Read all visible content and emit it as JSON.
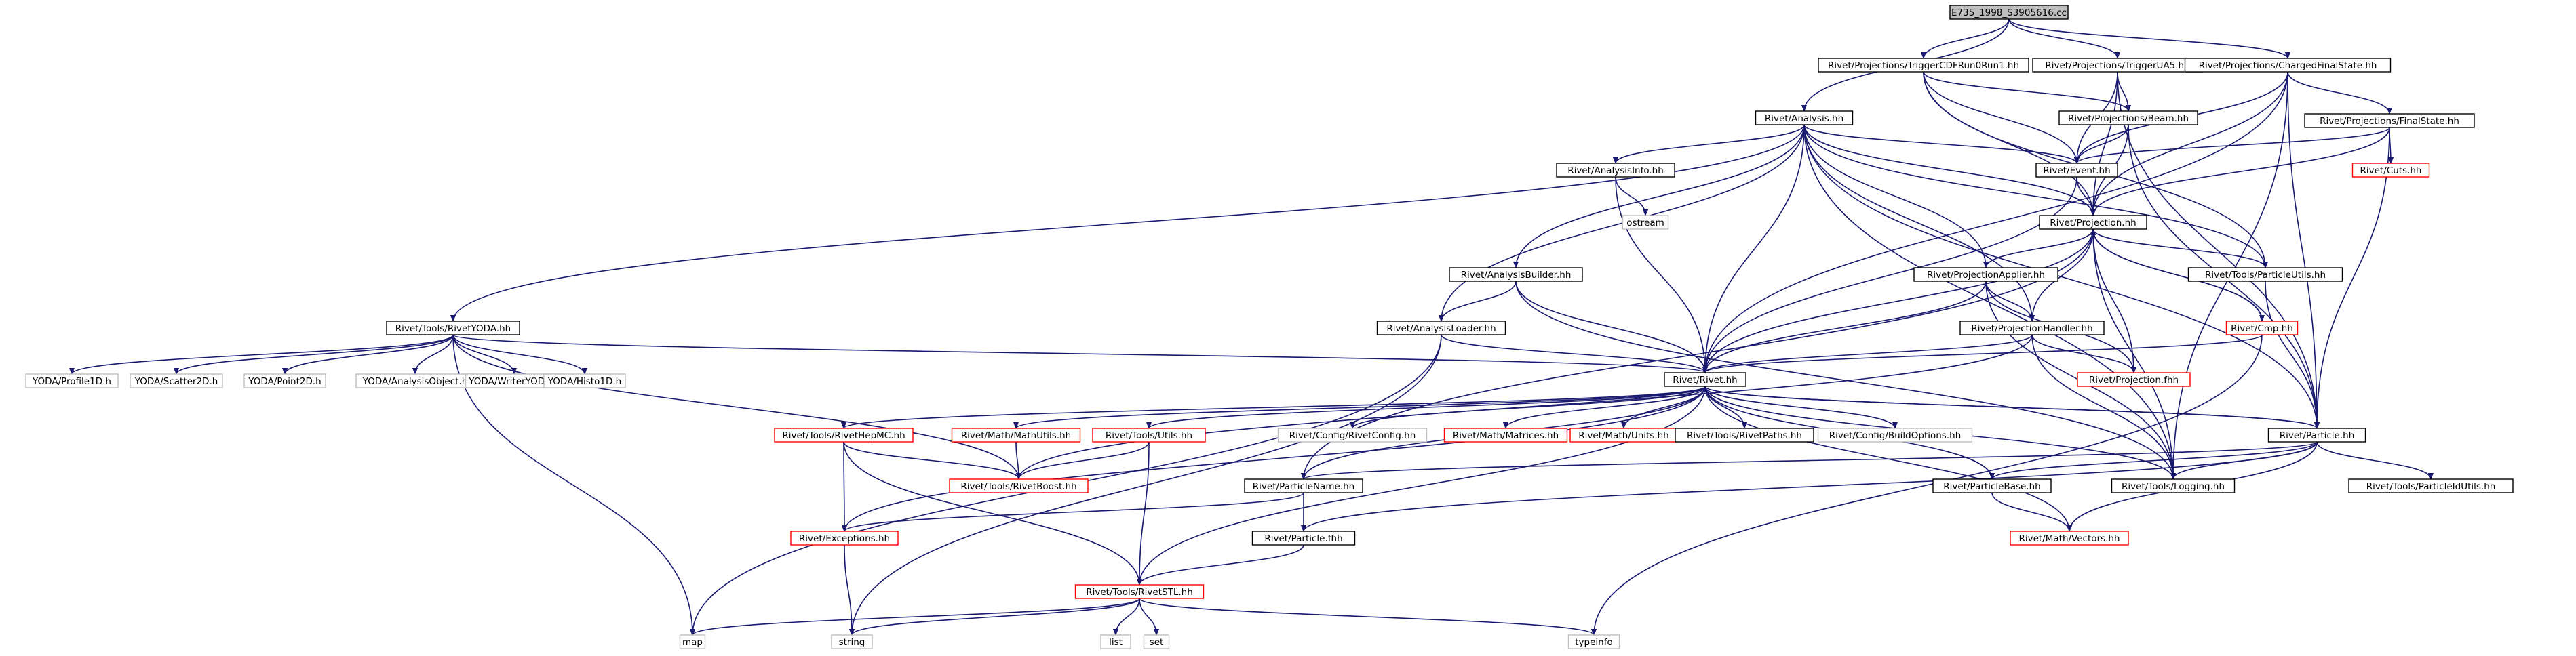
{
  "colors": {
    "edge": "#191970",
    "border_default": "#000000",
    "border_red": "#ff0000",
    "border_grey": "#bfbfbf",
    "fill_root": "#bfbfbf",
    "fill_default": "#ffffff"
  },
  "nodes": [
    {
      "id": "root",
      "label": "E735_1998_S3905616.cc",
      "style": "root"
    },
    {
      "id": "trigcdf",
      "label": "Rivet/Projections/TriggerCDFRun0Run1.hh",
      "style": "normal"
    },
    {
      "id": "trigua5",
      "label": "Rivet/Projections/TriggerUA5.hh",
      "style": "normal"
    },
    {
      "id": "chfs",
      "label": "Rivet/Projections/ChargedFinalState.hh",
      "style": "normal"
    },
    {
      "id": "analysis",
      "label": "Rivet/Analysis.hh",
      "style": "normal"
    },
    {
      "id": "beam",
      "label": "Rivet/Projections/Beam.hh",
      "style": "normal"
    },
    {
      "id": "finalstate",
      "label": "Rivet/Projections/FinalState.hh",
      "style": "normal"
    },
    {
      "id": "analysisinfo",
      "label": "Rivet/AnalysisInfo.hh",
      "style": "normal"
    },
    {
      "id": "event",
      "label": "Rivet/Event.hh",
      "style": "normal"
    },
    {
      "id": "cuts",
      "label": "Rivet/Cuts.hh",
      "style": "red"
    },
    {
      "id": "ostream",
      "label": "ostream",
      "style": "grey"
    },
    {
      "id": "projection",
      "label": "Rivet/Projection.hh",
      "style": "normal"
    },
    {
      "id": "analysisbuilder",
      "label": "Rivet/AnalysisBuilder.hh",
      "style": "normal"
    },
    {
      "id": "projapplier",
      "label": "Rivet/ProjectionApplier.hh",
      "style": "normal"
    },
    {
      "id": "particleutils",
      "label": "Rivet/Tools/ParticleUtils.hh",
      "style": "normal"
    },
    {
      "id": "rivetyoda",
      "label": "Rivet/Tools/RivetYODA.hh",
      "style": "normal"
    },
    {
      "id": "analysisloader",
      "label": "Rivet/AnalysisLoader.hh",
      "style": "normal"
    },
    {
      "id": "projhandler",
      "label": "Rivet/ProjectionHandler.hh",
      "style": "normal"
    },
    {
      "id": "cmp",
      "label": "Rivet/Cmp.hh",
      "style": "red"
    },
    {
      "id": "projfhh",
      "label": "Rivet/Projection.fhh",
      "style": "red"
    },
    {
      "id": "profile1d",
      "label": "YODA/Profile1D.h",
      "style": "grey"
    },
    {
      "id": "scatter2d",
      "label": "YODA/Scatter2D.h",
      "style": "grey"
    },
    {
      "id": "point2d",
      "label": "YODA/Point2D.h",
      "style": "grey"
    },
    {
      "id": "analysisobject",
      "label": "YODA/AnalysisObject.h",
      "style": "grey"
    },
    {
      "id": "writeryoda",
      "label": "YODA/WriterYODA.h",
      "style": "grey"
    },
    {
      "id": "histo1d",
      "label": "YODA/Histo1D.h",
      "style": "grey"
    },
    {
      "id": "rivethh",
      "label": "Rivet/Rivet.hh",
      "style": "normal"
    },
    {
      "id": "rivethepmc",
      "label": "Rivet/Tools/RivetHepMC.hh",
      "style": "red"
    },
    {
      "id": "mathutils",
      "label": "Rivet/Math/MathUtils.hh",
      "style": "red"
    },
    {
      "id": "utils",
      "label": "Rivet/Tools/Utils.hh",
      "style": "red"
    },
    {
      "id": "rivetconfig",
      "label": "Rivet/Config/RivetConfig.hh",
      "style": "grey"
    },
    {
      "id": "matrices",
      "label": "Rivet/Math/Matrices.hh",
      "style": "red"
    },
    {
      "id": "units",
      "label": "Rivet/Math/Units.hh",
      "style": "red"
    },
    {
      "id": "rivetpaths",
      "label": "Rivet/Tools/RivetPaths.hh",
      "style": "normal"
    },
    {
      "id": "buildoptions",
      "label": "Rivet/Config/BuildOptions.hh",
      "style": "grey"
    },
    {
      "id": "particlehh",
      "label": "Rivet/Particle.hh",
      "style": "normal"
    },
    {
      "id": "rivetboost",
      "label": "Rivet/Tools/RivetBoost.hh",
      "style": "red"
    },
    {
      "id": "particlename",
      "label": "Rivet/ParticleName.hh",
      "style": "normal"
    },
    {
      "id": "particlebase",
      "label": "Rivet/ParticleBase.hh",
      "style": "normal"
    },
    {
      "id": "logging",
      "label": "Rivet/Tools/Logging.hh",
      "style": "normal"
    },
    {
      "id": "particleidutils",
      "label": "Rivet/Tools/ParticleIdUtils.hh",
      "style": "normal"
    },
    {
      "id": "exceptions",
      "label": "Rivet/Exceptions.hh",
      "style": "red"
    },
    {
      "id": "particlefhh",
      "label": "Rivet/Particle.fhh",
      "style": "normal"
    },
    {
      "id": "vectors",
      "label": "Rivet/Math/Vectors.hh",
      "style": "red"
    },
    {
      "id": "rivetstl",
      "label": "Rivet/Tools/RivetSTL.hh",
      "style": "red"
    },
    {
      "id": "map",
      "label": "map",
      "style": "grey"
    },
    {
      "id": "string",
      "label": "string",
      "style": "grey"
    },
    {
      "id": "list",
      "label": "list",
      "style": "grey"
    },
    {
      "id": "set",
      "label": "set",
      "style": "grey"
    },
    {
      "id": "typeinfo",
      "label": "typeinfo",
      "style": "grey"
    }
  ],
  "edges": [
    [
      "root",
      "trigcdf"
    ],
    [
      "root",
      "trigua5"
    ],
    [
      "root",
      "chfs"
    ],
    [
      "root",
      "analysis"
    ],
    [
      "trigcdf",
      "event"
    ],
    [
      "trigcdf",
      "projection"
    ],
    [
      "trigcdf",
      "particleutils"
    ],
    [
      "trigcdf",
      "beam"
    ],
    [
      "trigua5",
      "event"
    ],
    [
      "trigua5",
      "beam"
    ],
    [
      "trigua5",
      "projection"
    ],
    [
      "trigua5",
      "particlehh"
    ],
    [
      "chfs",
      "finalstate"
    ],
    [
      "chfs",
      "event"
    ],
    [
      "chfs",
      "projection"
    ],
    [
      "chfs",
      "particlehh"
    ],
    [
      "chfs",
      "logging"
    ],
    [
      "chfs",
      "rivethh"
    ],
    [
      "beam",
      "event"
    ],
    [
      "beam",
      "projection"
    ],
    [
      "beam",
      "particlehh"
    ],
    [
      "finalstate",
      "projection"
    ],
    [
      "finalstate",
      "particlehh"
    ],
    [
      "finalstate",
      "cuts"
    ],
    [
      "finalstate",
      "event"
    ],
    [
      "analysis",
      "analysisinfo"
    ],
    [
      "analysis",
      "event"
    ],
    [
      "analysis",
      "projection"
    ],
    [
      "analysis",
      "analysisbuilder"
    ],
    [
      "analysis",
      "rivetyoda"
    ],
    [
      "analysis",
      "analysisloader"
    ],
    [
      "analysis",
      "rivethh"
    ],
    [
      "analysis",
      "projapplier"
    ],
    [
      "analysis",
      "projhandler"
    ],
    [
      "analysis",
      "logging"
    ],
    [
      "analysis",
      "particlehh"
    ],
    [
      "analysis",
      "particleutils"
    ],
    [
      "analysisinfo",
      "ostream"
    ],
    [
      "analysisinfo",
      "rivethh"
    ],
    [
      "event",
      "projection"
    ],
    [
      "event",
      "rivethh"
    ],
    [
      "projection",
      "projapplier"
    ],
    [
      "projection",
      "projhandler"
    ],
    [
      "projection",
      "cmp"
    ],
    [
      "projection",
      "projfhh"
    ],
    [
      "projection",
      "rivethh"
    ],
    [
      "projection",
      "logging"
    ],
    [
      "projection",
      "particleutils"
    ],
    [
      "projection",
      "particlename"
    ],
    [
      "cmp",
      "projection"
    ],
    [
      "cmp",
      "rivethh"
    ],
    [
      "cmp",
      "typeinfo"
    ],
    [
      "analysisbuilder",
      "analysisloader"
    ],
    [
      "analysisbuilder",
      "rivethh"
    ],
    [
      "analysisbuilder",
      "logging"
    ],
    [
      "analysisloader",
      "rivethh"
    ],
    [
      "analysisloader",
      "map"
    ],
    [
      "analysisloader",
      "string"
    ],
    [
      "projapplier",
      "projhandler"
    ],
    [
      "projapplier",
      "rivethh"
    ],
    [
      "projapplier",
      "projfhh"
    ],
    [
      "projapplier",
      "logging"
    ],
    [
      "projhandler",
      "rivethh"
    ],
    [
      "projhandler",
      "projfhh"
    ],
    [
      "projhandler",
      "logging"
    ],
    [
      "projhandler",
      "rivetboost"
    ],
    [
      "particleutils",
      "particlehh"
    ],
    [
      "rivetyoda",
      "rivethh"
    ],
    [
      "rivetyoda",
      "profile1d"
    ],
    [
      "rivetyoda",
      "scatter2d"
    ],
    [
      "rivetyoda",
      "point2d"
    ],
    [
      "rivetyoda",
      "analysisobject"
    ],
    [
      "rivetyoda",
      "writeryoda"
    ],
    [
      "rivetyoda",
      "histo1d"
    ],
    [
      "rivetyoda",
      "rivetboost"
    ],
    [
      "rivetyoda",
      "map"
    ],
    [
      "rivethh",
      "rivethepmc"
    ],
    [
      "rivethh",
      "mathutils"
    ],
    [
      "rivethh",
      "utils"
    ],
    [
      "rivethh",
      "rivetconfig"
    ],
    [
      "rivethh",
      "matrices"
    ],
    [
      "rivethh",
      "units"
    ],
    [
      "rivethh",
      "rivetpaths"
    ],
    [
      "rivethh",
      "buildoptions"
    ],
    [
      "rivethh",
      "particlehh"
    ],
    [
      "rivethh",
      "particlename"
    ],
    [
      "rivethh",
      "exceptions"
    ],
    [
      "rivethh",
      "logging"
    ],
    [
      "rivethh",
      "vectors"
    ],
    [
      "rivethh",
      "rivetstl"
    ],
    [
      "particlehh",
      "rivethh"
    ],
    [
      "particlehh",
      "particlename"
    ],
    [
      "particlehh",
      "particlebase"
    ],
    [
      "particlehh",
      "logging"
    ],
    [
      "particlehh",
      "particleidutils"
    ],
    [
      "particlehh",
      "vectors"
    ],
    [
      "particlehh",
      "particlefhh"
    ],
    [
      "particlebase",
      "rivethh"
    ],
    [
      "particlebase",
      "vectors"
    ],
    [
      "rivethepmc",
      "rivetboost"
    ],
    [
      "rivethepmc",
      "exceptions"
    ],
    [
      "rivethepmc",
      "rivetstl"
    ],
    [
      "mathutils",
      "rivetboost"
    ],
    [
      "utils",
      "rivetboost"
    ],
    [
      "utils",
      "rivetstl"
    ],
    [
      "particlename",
      "exceptions"
    ],
    [
      "particlename",
      "particlefhh"
    ],
    [
      "exceptions",
      "string"
    ],
    [
      "particlefhh",
      "rivetstl"
    ],
    [
      "rivetstl",
      "map"
    ],
    [
      "rivetstl",
      "string"
    ],
    [
      "rivetstl",
      "list"
    ],
    [
      "rivetstl",
      "set"
    ],
    [
      "rivetstl",
      "typeinfo"
    ]
  ]
}
